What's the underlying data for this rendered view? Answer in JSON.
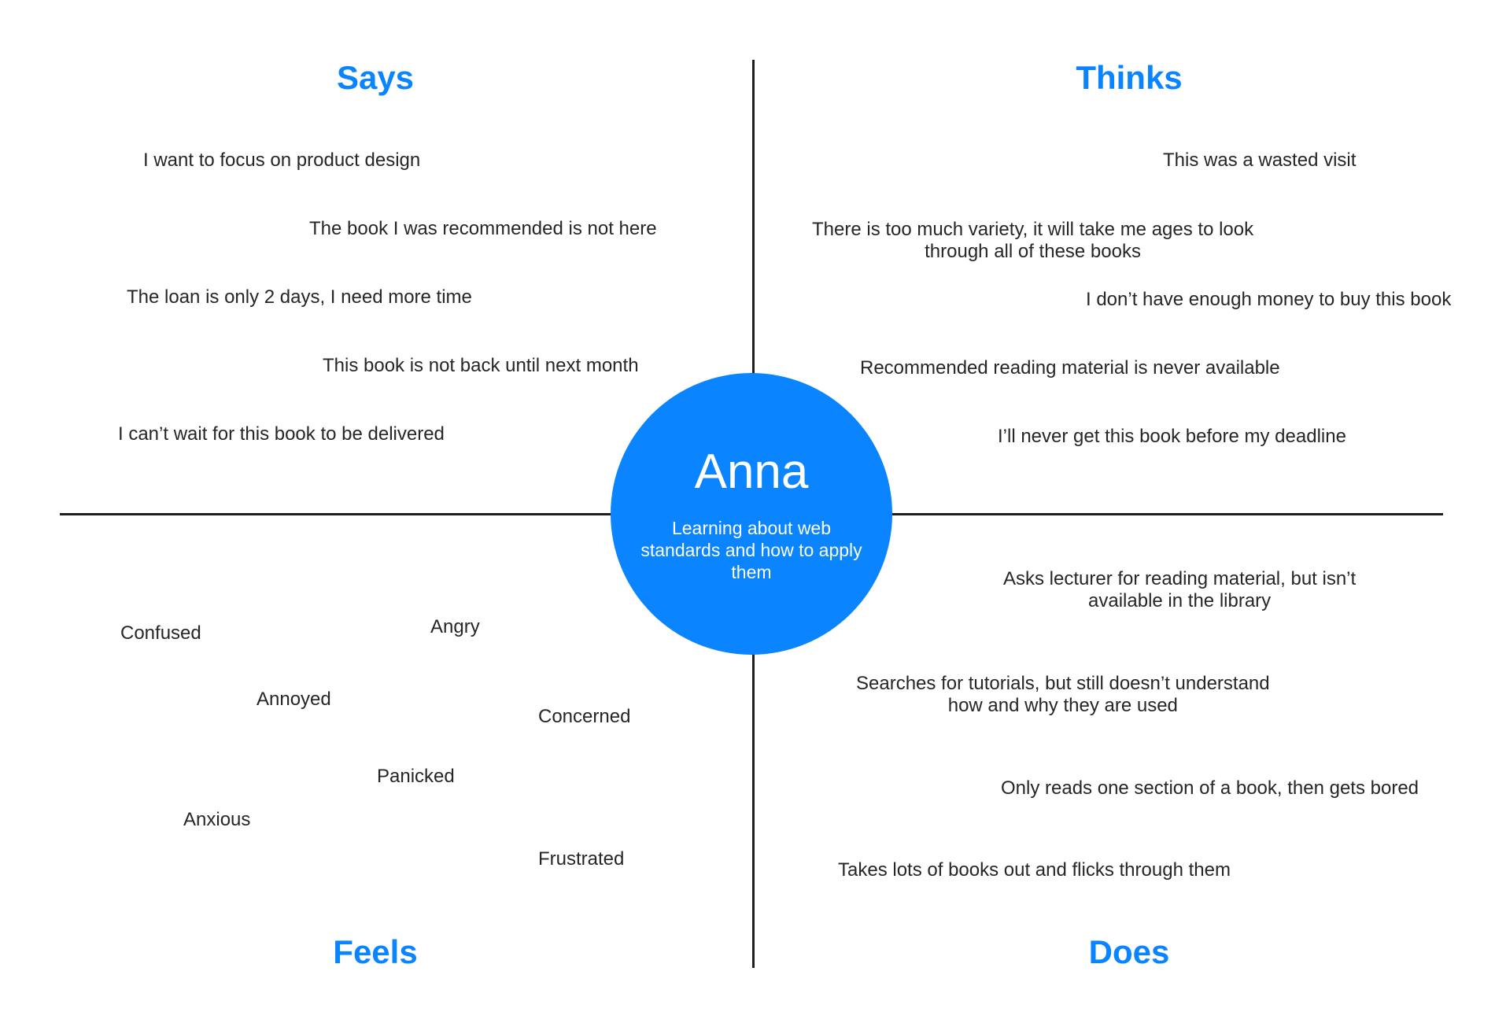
{
  "persona": {
    "name": "Anna",
    "goal": "Learning about web\nstandards and how to apply\nthem"
  },
  "quadrants": {
    "says": {
      "heading": "Says",
      "items": [
        "I want to focus on product design",
        "The book I was recommended is not here",
        "The loan is only 2 days, I need more time",
        "This book is not back until next month",
        "I can’t wait for this book to be delivered"
      ]
    },
    "thinks": {
      "heading": "Thinks",
      "items": [
        "This was a wasted visit",
        "There is too much variety, it will take me ages to look\nthrough all of these books",
        "I don’t have enough money to buy this book",
        "Recommended reading material is never available",
        "I’ll never get this book before my deadline"
      ]
    },
    "feels": {
      "heading": "Feels",
      "items": [
        "Confused",
        "Angry",
        "Annoyed",
        "Concerned",
        "Panicked",
        "Anxious",
        "Frustrated"
      ]
    },
    "does": {
      "heading": "Does",
      "items": [
        "Asks lecturer for reading material, but isn’t\navailable in the library",
        "Searches for tutorials, but still doesn’t understand\nhow and why they are used",
        "Only reads one section of a book, then gets bored",
        "Takes lots of books out and flicks through them"
      ]
    }
  },
  "colors": {
    "accent": "#0a84ff",
    "text": "#262626",
    "axis": "#1e1e1e"
  }
}
